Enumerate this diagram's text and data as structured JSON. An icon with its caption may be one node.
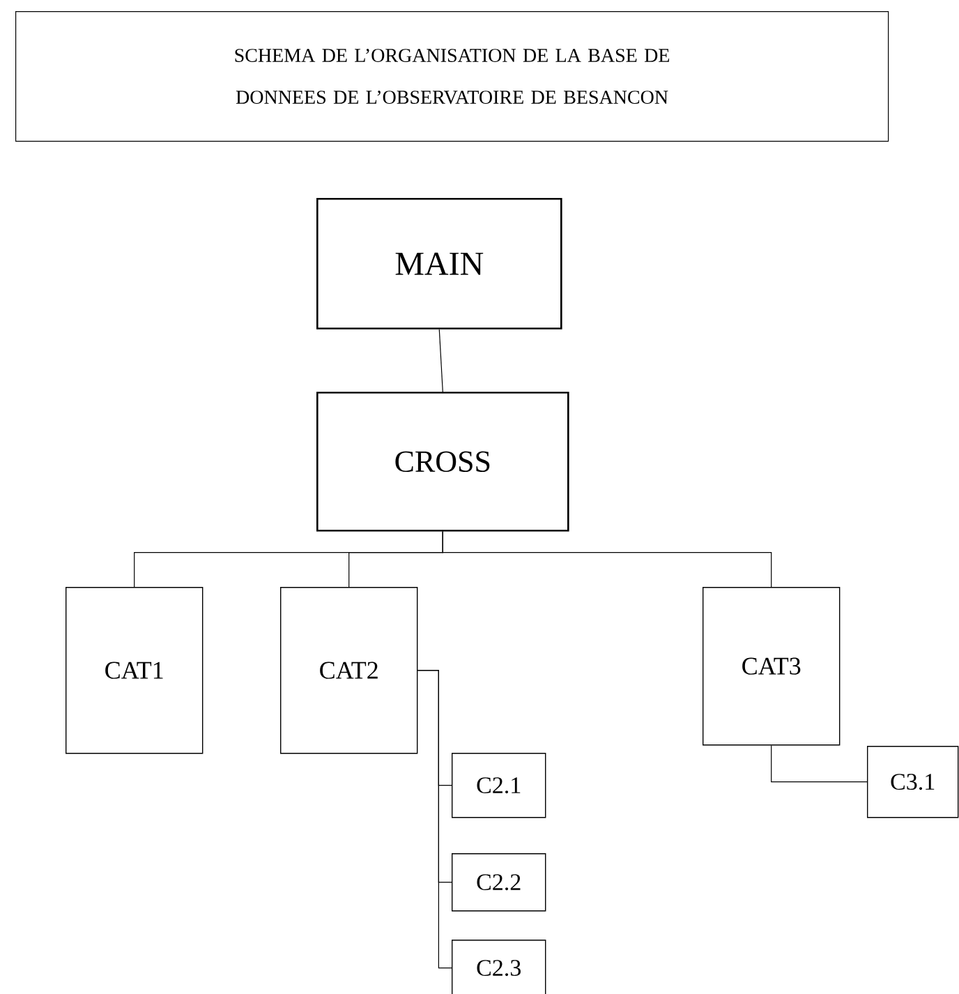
{
  "diagram": {
    "title": "SCHEMA DE L’ORGANISATION DE LA BASE DE DONNEES DE L’OBSERVATOIRE DE BESANCON",
    "nodes": [
      {
        "text": [
          "MAIN"
        ]
      },
      {
        "text": [
          "CROSS"
        ]
      },
      {
        "text": [
          "CAT1"
        ]
      },
      {
        "text": [
          "CAT2"
        ]
      },
      {
        "text": [
          "CAT3"
        ]
      },
      {
        "text": [
          "C2.1"
        ]
      },
      {
        "text": [
          "C2.2"
        ]
      },
      {
        "text": [
          "C2.3"
        ]
      },
      {
        "text": [
          "C3.1"
        ]
      }
    ],
    "edges": [
      {
        "from": 0,
        "to": 1,
        "arrow": "none"
      },
      {
        "from": 1,
        "to": 2,
        "arrow": "none"
      },
      {
        "from": 1,
        "to": 3,
        "arrow": "none"
      },
      {
        "from": 1,
        "to": 4,
        "arrow": "none"
      },
      {
        "from": 3,
        "to": 5,
        "arrow": "none"
      },
      {
        "from": 3,
        "to": 6,
        "arrow": "none"
      },
      {
        "from": 3,
        "to": 7,
        "arrow": "none"
      },
      {
        "from": 4,
        "to": 8,
        "arrow": "none"
      }
    ]
  }
}
